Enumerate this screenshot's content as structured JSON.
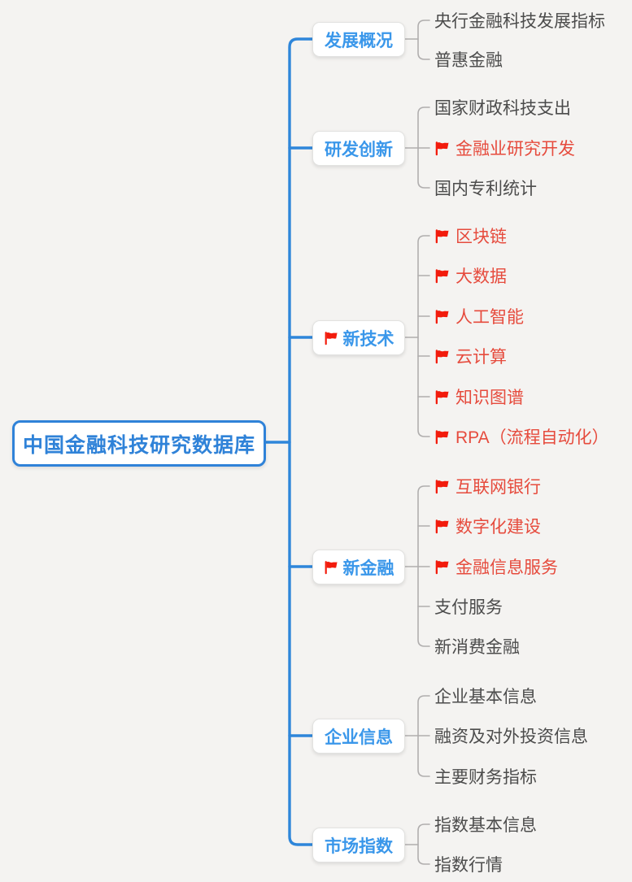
{
  "root": {
    "label": "中国金融科技研究数据库"
  },
  "branches": [
    {
      "label": "发展概况",
      "flagged": false,
      "children": [
        {
          "label": "央行金融科技发展指标",
          "flagged": false
        },
        {
          "label": "普惠金融",
          "flagged": false
        }
      ]
    },
    {
      "label": "研发创新",
      "flagged": false,
      "children": [
        {
          "label": "国家财政科技支出",
          "flagged": false
        },
        {
          "label": "金融业研究开发",
          "flagged": true
        },
        {
          "label": "国内专利统计",
          "flagged": false
        }
      ]
    },
    {
      "label": "新技术",
      "flagged": true,
      "children": [
        {
          "label": "区块链",
          "flagged": true
        },
        {
          "label": "大数据",
          "flagged": true
        },
        {
          "label": "人工智能",
          "flagged": true
        },
        {
          "label": "云计算",
          "flagged": true
        },
        {
          "label": "知识图谱",
          "flagged": true
        },
        {
          "label": "RPA（流程自动化）",
          "flagged": true
        }
      ]
    },
    {
      "label": "新金融",
      "flagged": true,
      "children": [
        {
          "label": "互联网银行",
          "flagged": true
        },
        {
          "label": "数字化建设",
          "flagged": true
        },
        {
          "label": "金融信息服务",
          "flagged": true
        },
        {
          "label": "支付服务",
          "flagged": false
        },
        {
          "label": "新消费金融",
          "flagged": false
        }
      ]
    },
    {
      "label": "企业信息",
      "flagged": false,
      "children": [
        {
          "label": "企业基本信息",
          "flagged": false
        },
        {
          "label": "融资及对外投资信息",
          "flagged": false
        },
        {
          "label": "主要财务指标",
          "flagged": false
        }
      ]
    },
    {
      "label": "市场指数",
      "flagged": false,
      "children": [
        {
          "label": "指数基本信息",
          "flagged": false
        },
        {
          "label": "指数行情",
          "flagged": false
        }
      ]
    }
  ],
  "icons": {
    "flag": "red-flag-icon"
  },
  "colors": {
    "accent_blue": "#2e86da",
    "branch_text_blue": "#3a97ea",
    "flag_red": "#f21b0c",
    "red_text": "#e64b3d",
    "child_text": "#4c4c4c",
    "connector_gray": "#b0aeae",
    "background": "#f4f3f1"
  }
}
